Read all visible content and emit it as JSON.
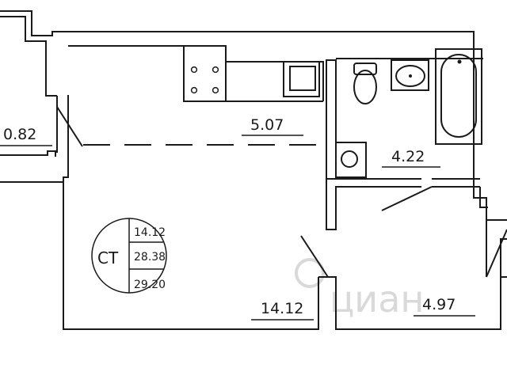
{
  "rooms": {
    "balcony_area": "0.82",
    "kitchen_area": "5.07",
    "bathroom_area": "4.22",
    "living_area": "14.12",
    "hallway_area": "4.97"
  },
  "badge": {
    "type": "СТ",
    "living": "14.12",
    "total": "28.38",
    "total_with_balcony": "29.20"
  },
  "watermark": "циан",
  "colors": {
    "wall": "#1a1a1a",
    "background": "#ffffff",
    "watermark": "#d9d9d9"
  }
}
